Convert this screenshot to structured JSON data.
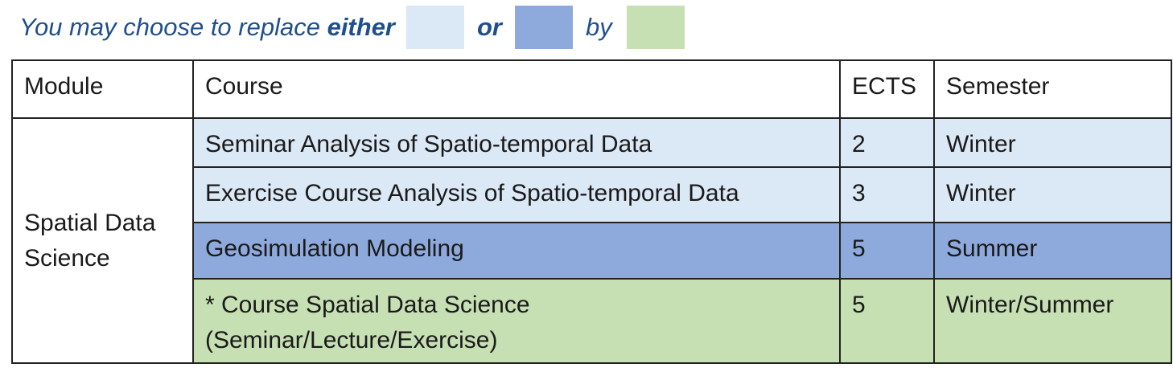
{
  "legend": {
    "text_1": "You may choose to replace",
    "text_2": "either",
    "text_3": "or",
    "text_4": "by",
    "swatch_colors": [
      "#dbe8f6",
      "#8eaadc",
      "#c6e0b4"
    ]
  },
  "table": {
    "headers": [
      "Module",
      "Course",
      "ECTS",
      "Semester"
    ],
    "module": "Spatial Data Science",
    "rows": [
      {
        "course": "Seminar Analysis of Spatio-temporal Data",
        "ects": "2",
        "semester": "Winter",
        "color": "#dbe8f6"
      },
      {
        "course": "Exercise Course Analysis of Spatio-temporal Data",
        "ects": "3",
        "semester": "Winter",
        "color": "#dbe8f6"
      },
      {
        "course": "Geosimulation Modeling",
        "ects": "5",
        "semester": "Summer",
        "color": "#8eaadc"
      },
      {
        "course": "* Course Spatial Data Science (Seminar/Lecture/Exercise)",
        "ects": "5",
        "semester": "Winter/Summer",
        "color": "#c6e0b4"
      }
    ]
  }
}
